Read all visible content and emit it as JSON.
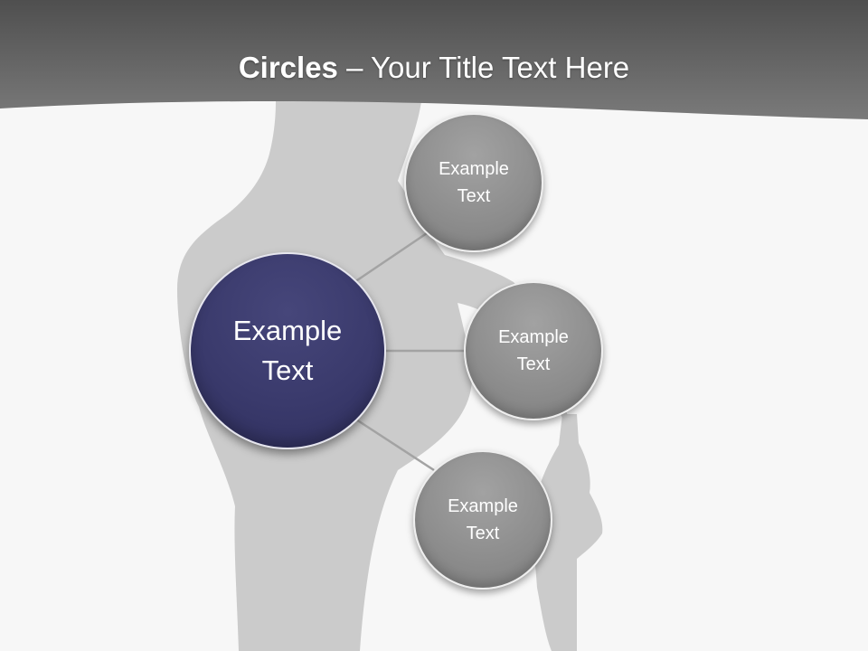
{
  "slide": {
    "title_bold": "Circles",
    "title_rest": " – Your Title Text Here"
  },
  "diagram": {
    "center": {
      "label": "Example\nText"
    },
    "nodes": [
      {
        "label": "Example\nText"
      },
      {
        "label": "Example\nText"
      },
      {
        "label": "Example\nText"
      }
    ]
  },
  "colors": {
    "header_band": "#5c5c5c",
    "background": "#f7f7f7",
    "silhouette": "#cbcbcb",
    "center_circle": "#3a3a6c",
    "node_circle": "#8e8e8e",
    "connector": "#a3a3a3"
  }
}
